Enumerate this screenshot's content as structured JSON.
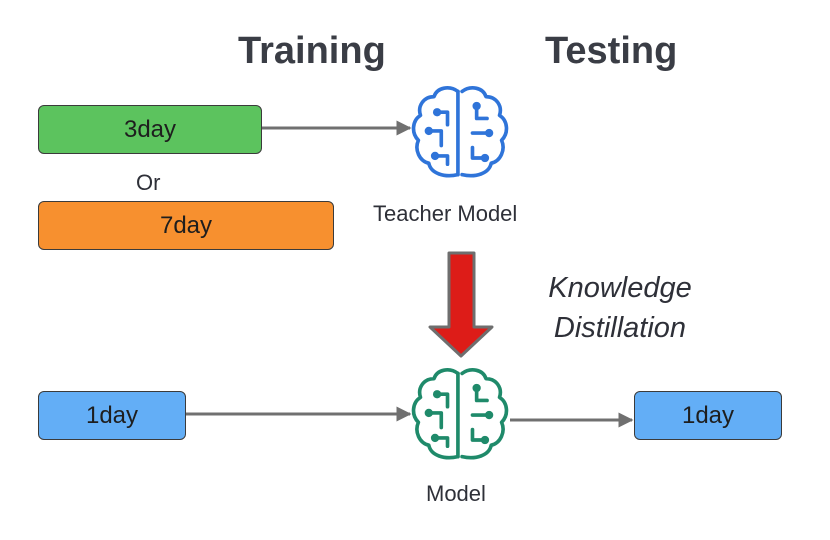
{
  "headings": {
    "training": "Training",
    "testing": "Testing"
  },
  "inputs": {
    "option_a": "3day",
    "separator": "Or",
    "option_b": "7day",
    "student_input": "1day"
  },
  "teacher": {
    "label": "Teacher Model",
    "icon": "brain-circuit-icon",
    "color": "#2f74d9"
  },
  "student": {
    "label": "Model",
    "icon": "brain-circuit-icon",
    "color": "#1f8a6a"
  },
  "distillation": {
    "line1": "Knowledge",
    "line2": "Distillation",
    "arrow_color": "#dd1c18"
  },
  "output": {
    "label": "1day"
  },
  "colors": {
    "option_a": "#5cc35e",
    "option_b": "#f7902f",
    "one_day": "#63aef6",
    "arrow": "#707070"
  }
}
